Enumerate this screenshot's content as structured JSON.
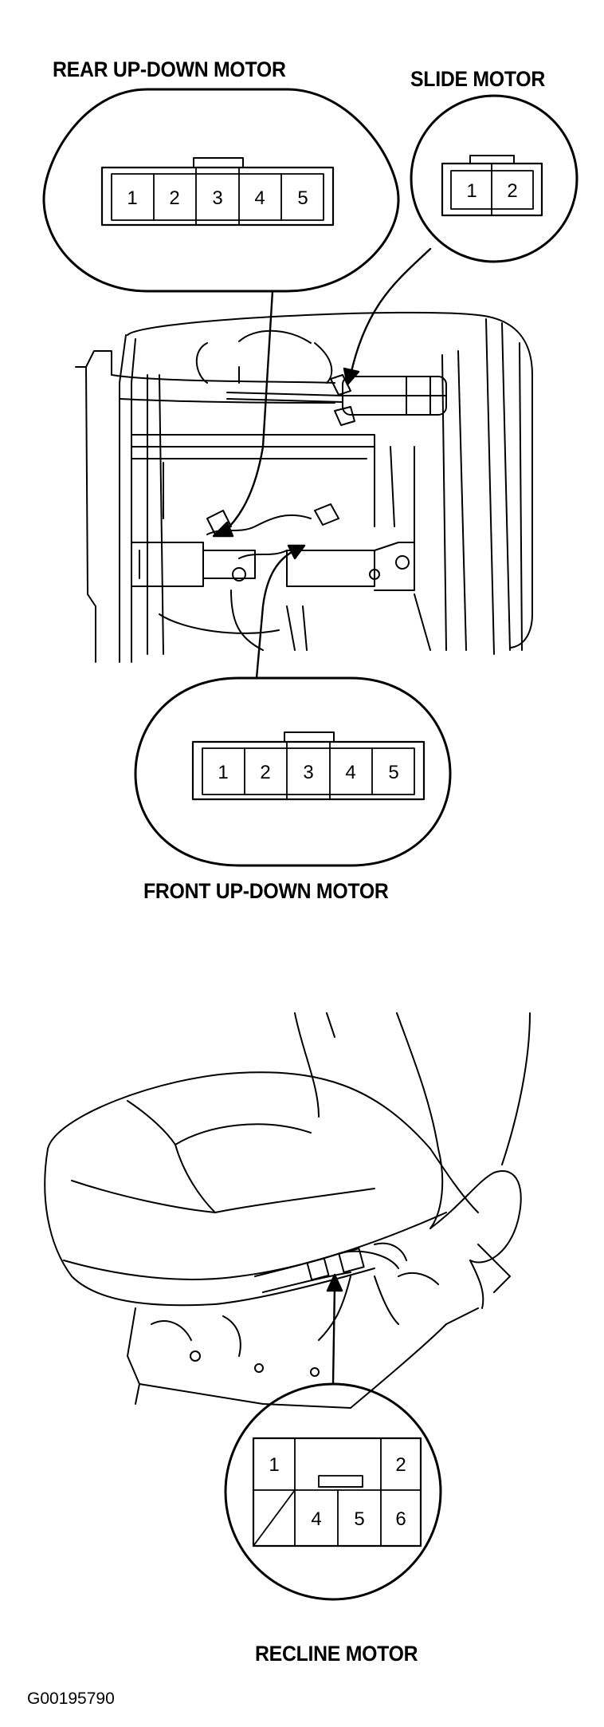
{
  "labels": {
    "rear_up_down": "REAR UP-DOWN MOTOR",
    "slide": "SLIDE MOTOR",
    "front_up_down": "FRONT UP-DOWN MOTOR",
    "recline": "RECLINE MOTOR"
  },
  "figure_code": "G00195790",
  "connectors": {
    "rear_up_down": {
      "pins": [
        "1",
        "2",
        "3",
        "4",
        "5"
      ]
    },
    "slide": {
      "pins": [
        "1",
        "2"
      ]
    },
    "front_up_down": {
      "pins": [
        "1",
        "2",
        "3",
        "4",
        "5"
      ]
    },
    "recline": {
      "pins": [
        "1",
        "2",
        "4",
        "5",
        "6"
      ]
    }
  }
}
